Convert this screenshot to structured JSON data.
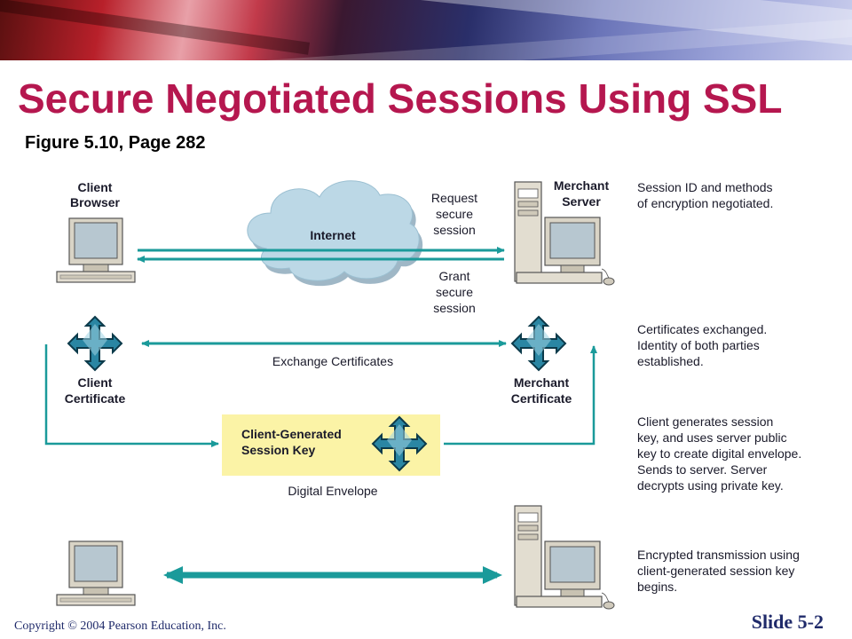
{
  "slide": {
    "title": "Secure Negotiated Sessions Using SSL",
    "subtitle": "Figure 5.10, Page 282",
    "copyright": "Copyright © 2004 Pearson Education, Inc.",
    "slide_number": "Slide 5-2"
  },
  "diagram": {
    "client_browser": [
      "Client",
      "Browser"
    ],
    "merchant_server": [
      "Merchant",
      "Server"
    ],
    "internet": "Internet",
    "request": [
      "Request",
      "secure",
      "session"
    ],
    "grant": [
      "Grant",
      "secure",
      "session"
    ],
    "exchange_certificates": "Exchange Certificates",
    "client_certificate": [
      "Client",
      "Certificate"
    ],
    "merchant_certificate": [
      "Merchant",
      "Certificate"
    ],
    "session_key": [
      "Client-Generated",
      "Session Key"
    ],
    "digital_envelope": "Digital Envelope",
    "notes": [
      [
        "Session ID and methods",
        "of encryption negotiated."
      ],
      [
        "Certificates exchanged.",
        "Identity of both parties",
        "established."
      ],
      [
        "Client generates session",
        "key, and uses server public",
        "key to create digital envelope.",
        "Sends to server.  Server",
        "decrypts using private key."
      ],
      [
        "Encrypted transmission using",
        "client-generated session key",
        "begins."
      ]
    ]
  },
  "colors": {
    "title": "#b5174f",
    "arrow": "#1a9a9a",
    "cloud": "#b9d7e6",
    "key_box": "#fbf3a6",
    "diamond": "#1f7a96"
  }
}
